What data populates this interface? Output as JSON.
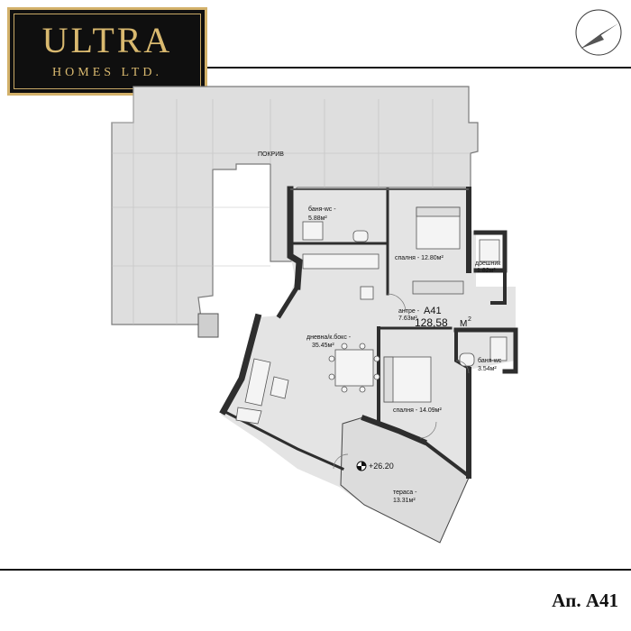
{
  "brand": {
    "name": "ULTRA",
    "subtitle": "HOMES LTD."
  },
  "apartment_code": "Ап. А41",
  "unit": {
    "id": "А41",
    "area": "128,58",
    "area_unit": "M",
    "area_sup": "2"
  },
  "elevation": "+26.20",
  "rooms": {
    "roof": "ПОКРИВ",
    "bath1_name": "баня-wc -",
    "bath1_area": "5.88м²",
    "bedroom1_name": "спалня - 12.80м²",
    "closet_name": "дрешник",
    "closet_area": "1.82м²",
    "hall_name": "антре -",
    "hall_area": "7.63м²",
    "living_name": "дневна/к.бокс -",
    "living_area": "35.45м²",
    "bedroom2_name": "спалня - 14.09м²",
    "bath2_name": "баня-wc",
    "bath2_area": "3.54м²",
    "terrace_name": "тераса -",
    "terrace_area": "13.31м²"
  },
  "colors": {
    "gold": "#d3b16a",
    "wall": "#2e2e2e",
    "floor": "#e3e3e3",
    "roof": "#dcdcdc"
  },
  "icons": [
    "compass-icon"
  ]
}
